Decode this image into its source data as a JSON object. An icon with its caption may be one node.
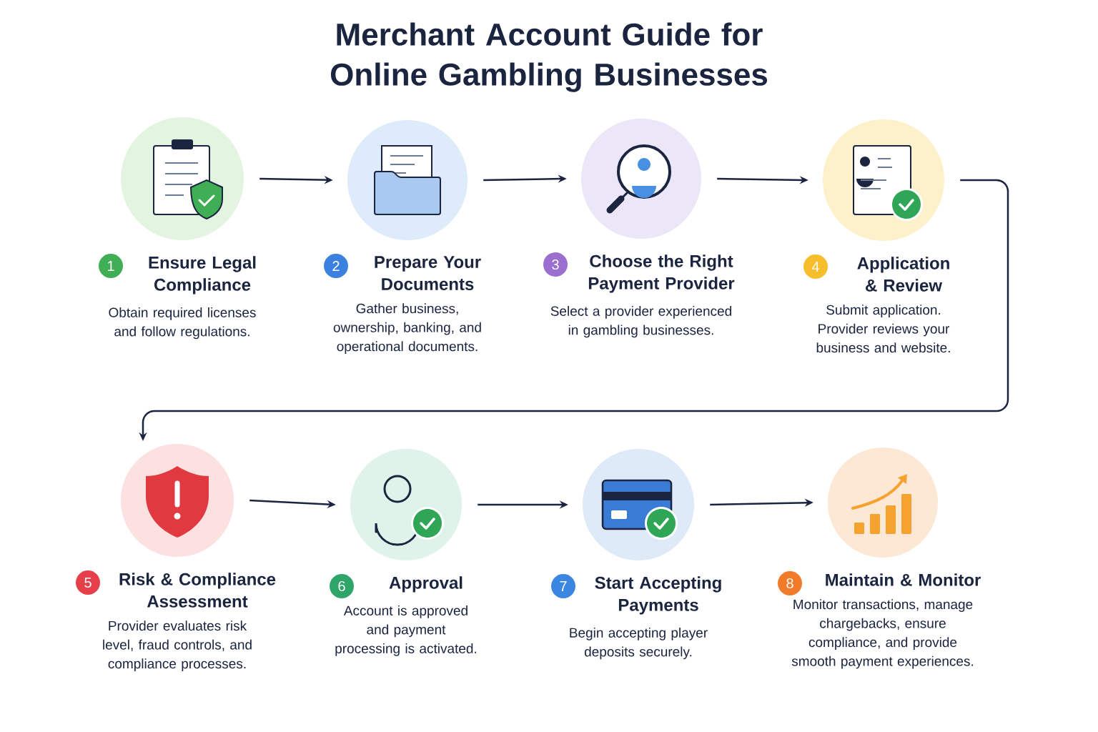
{
  "diagram": {
    "title": "Merchant Account Guide for Online Gambling Businesses",
    "nodes": [
      {
        "text": [
          "1",
          "Ensure Legal Compliance",
          "Obtain required licenses and follow regulations."
        ]
      },
      {
        "text": [
          "2",
          "Prepare Your Documents",
          "Gather business, ownership, banking, and operational documents."
        ]
      },
      {
        "text": [
          "3",
          "Choose the Right Payment Provider",
          "Select a provider experienced in gambling businesses."
        ]
      },
      {
        "text": [
          "4",
          "Application & Review",
          "Submit application. Provider reviews your business and website."
        ]
      },
      {
        "text": [
          "5",
          "Risk & Compliance Assessment",
          "Provider evaluates risk level, fraud controls, and compliance processes."
        ]
      },
      {
        "text": [
          "6",
          "Approval",
          "Account is approved and payment processing is activated."
        ]
      },
      {
        "text": [
          "7",
          "Start Accepting Payments",
          "Begin accepting player deposits securely."
        ]
      },
      {
        "text": [
          "8",
          "Maintain & Monitor",
          "Monitor transactions, manage chargebacks, ensure compliance, and provide smooth payment experiences."
        ]
      }
    ],
    "edges": [
      {
        "from": 0,
        "to": 1,
        "arrow": "to"
      },
      {
        "from": 1,
        "to": 2,
        "arrow": "to"
      },
      {
        "from": 2,
        "to": 3,
        "arrow": "to"
      },
      {
        "from": 3,
        "to": 4,
        "arrow": "to"
      },
      {
        "from": 4,
        "to": 5,
        "arrow": "to"
      },
      {
        "from": 5,
        "to": 6,
        "arrow": "to"
      },
      {
        "from": 6,
        "to": 7,
        "arrow": "to"
      }
    ]
  }
}
